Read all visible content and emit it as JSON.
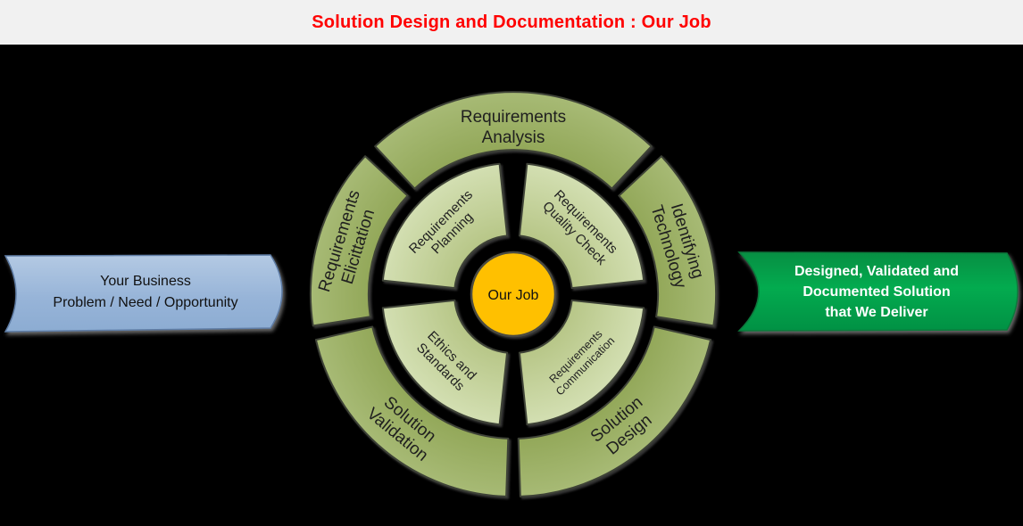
{
  "title": {
    "text": "Solution Design and Documentation : Our Job"
  },
  "input_banner": {
    "line1": "Your Business",
    "line2": "Problem / Need / Opportunity"
  },
  "output_banner": {
    "line1": "Designed, Validated and",
    "line2": "Documented Solution",
    "line3": "that We Deliver"
  },
  "wheel": {
    "center": {
      "label": "Our Job"
    },
    "inner_ring": {
      "segments": [
        {
          "line1": "Requirements",
          "line2": "Planning"
        },
        {
          "line1": "Requirements",
          "line2": "Quality Check"
        },
        {
          "line1": "Requirements",
          "line2": "Communication"
        },
        {
          "line1": "Ethics and",
          "line2": "Standards"
        }
      ]
    },
    "outer_ring": {
      "segments": [
        {
          "line1": "Requirements",
          "line2": "Analysis"
        },
        {
          "line1": "Identifying",
          "line2": "Technology"
        },
        {
          "line1": "Solution",
          "line2": "Design"
        },
        {
          "line1": "Solution",
          "line2": "Validation"
        },
        {
          "line1": "Requirements",
          "line2": "Elicittation"
        }
      ]
    }
  },
  "colors": {
    "background": "#000000",
    "title_bar": "#F1F1F1",
    "title_text": "#FF0000",
    "outer_ring": "#9CB063",
    "inner_ring": "#C6D3A0",
    "center_circle": "#FFC000",
    "input_banner": "#95B3D7",
    "output_banner": "#02A44C",
    "segment_border": "#3E4237"
  }
}
